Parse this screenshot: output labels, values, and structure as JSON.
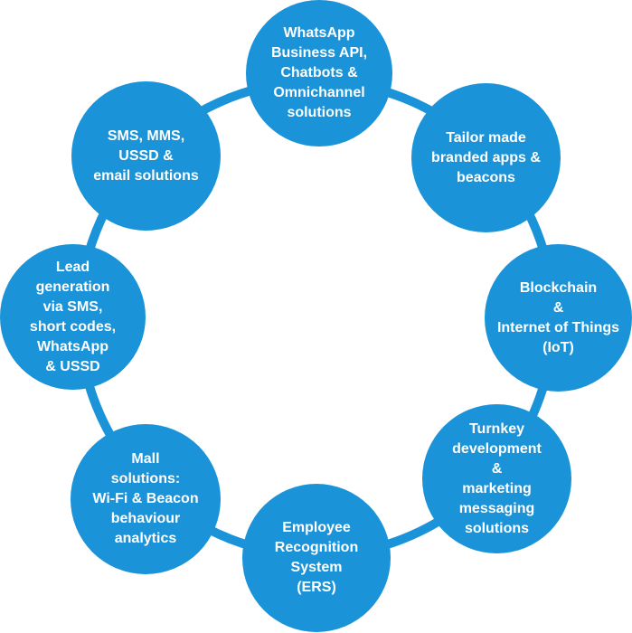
{
  "diagram": {
    "colors": {
      "node": "#1a93d9",
      "ring": "#1a93d9",
      "text": "#ffffff"
    },
    "nodes": [
      {
        "id": "whatsapp",
        "label": "WhatsApp\nBusiness API,\nChatbots &\nOmnichannel\nsolutions"
      },
      {
        "id": "tailor",
        "label": "Tailor made\nbranded apps &\nbeacons"
      },
      {
        "id": "blockchain",
        "label": "Blockchain\n&\nInternet of Things\n(IoT)"
      },
      {
        "id": "turnkey",
        "label": "Turnkey\ndevelopment\n&\nmarketing\nmessaging\nsolutions"
      },
      {
        "id": "ers",
        "label": "Employee\nRecognition\nSystem\n(ERS)"
      },
      {
        "id": "mall",
        "label": "Mall\nsolutions:\nWi-Fi & Beacon\nbehaviour\nanalytics"
      },
      {
        "id": "lead",
        "label": "Lead\ngeneration\nvia SMS,\nshort codes,\nWhatsApp\n& USSD"
      },
      {
        "id": "sms",
        "label": "SMS, MMS,\nUSSD &\nemail solutions"
      }
    ]
  }
}
